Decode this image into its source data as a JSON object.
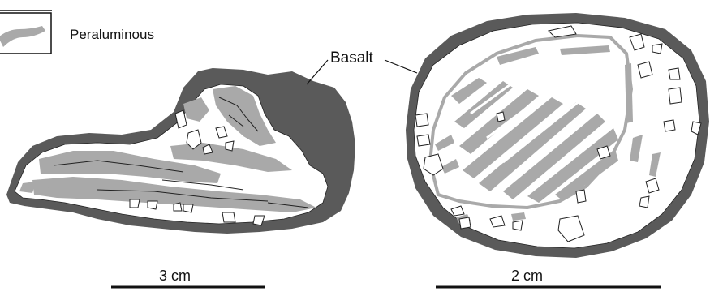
{
  "legend": {
    "label": "Peraluminous"
  },
  "callouts": {
    "basalt": "Basalt"
  },
  "scale_bars": {
    "left": "3 cm",
    "right": "2 cm"
  },
  "colors": {
    "basalt": "#5a5a5a",
    "peraluminous": "#a9a9a9",
    "matrix": "#ffffff",
    "outline": "#111111"
  }
}
